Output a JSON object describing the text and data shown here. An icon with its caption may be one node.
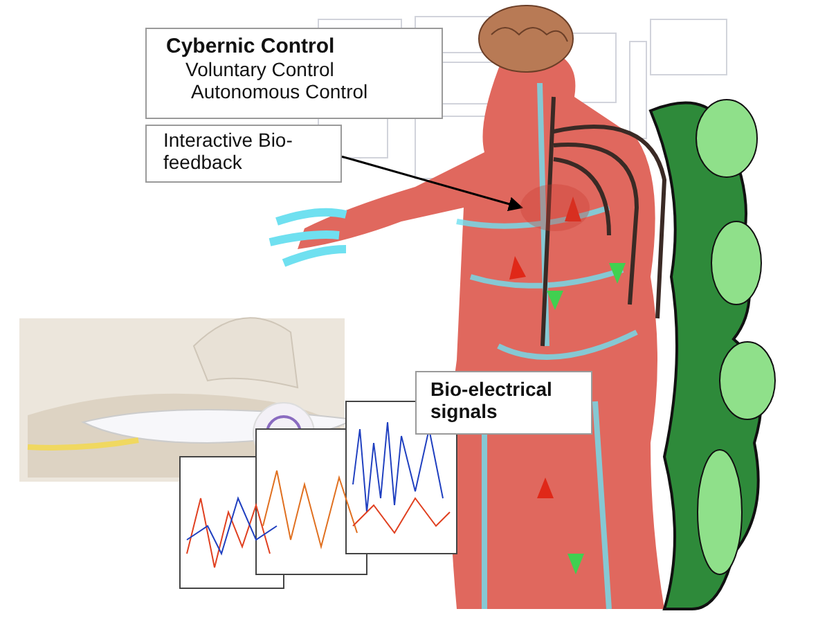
{
  "diagram": {
    "nodes": [
      {
        "text": [
          "Cybernic Control",
          "Voluntary Control",
          "Autonomous Control"
        ]
      },
      {
        "text": [
          "Interactive Bio-feedback"
        ]
      },
      {
        "text": [],
        "shape": "circle"
      },
      {
        "text": [
          "Bio-electrical signals"
        ]
      }
    ],
    "edges": [
      {
        "from": 1,
        "to": 2,
        "arrow": "to"
      }
    ]
  }
}
